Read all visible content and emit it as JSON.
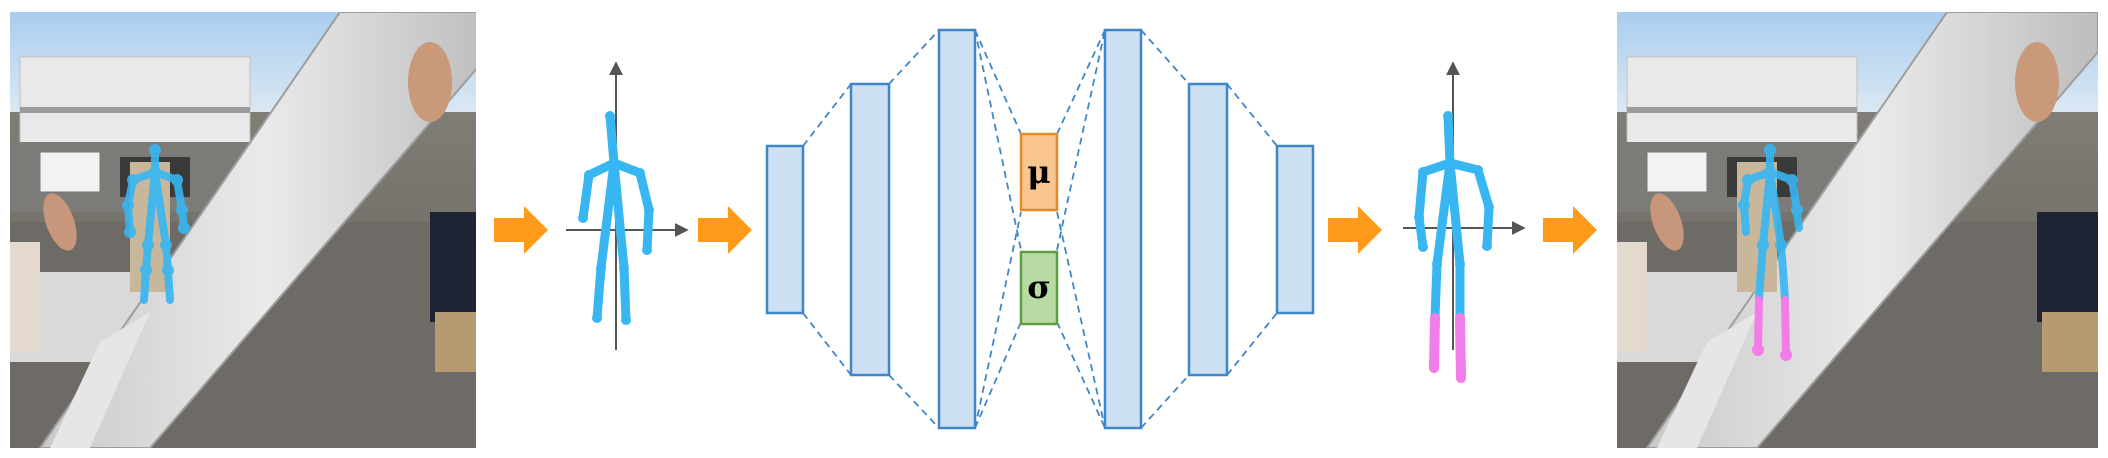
{
  "latent": {
    "mu_label": "μ",
    "sigma_label": "σ"
  },
  "colors": {
    "arrow": "#ff9a1a",
    "skeleton_visible": "#37b6f2",
    "skeleton_completed": "#f37de8",
    "layer_fill": "#cde0f3",
    "layer_stroke": "#3f86c6",
    "mu_fill": "#f8c68e",
    "mu_stroke": "#e58a2a",
    "sigma_fill": "#b8dba4",
    "sigma_stroke": "#5d9e44",
    "axis": "#555555",
    "sky": "#bcd9f2",
    "panel": "#d3d3d3"
  },
  "icons": {
    "input_photo": "photo-person-carrying-panel",
    "output_photo": "photo-person-carrying-panel-completed-pose"
  }
}
